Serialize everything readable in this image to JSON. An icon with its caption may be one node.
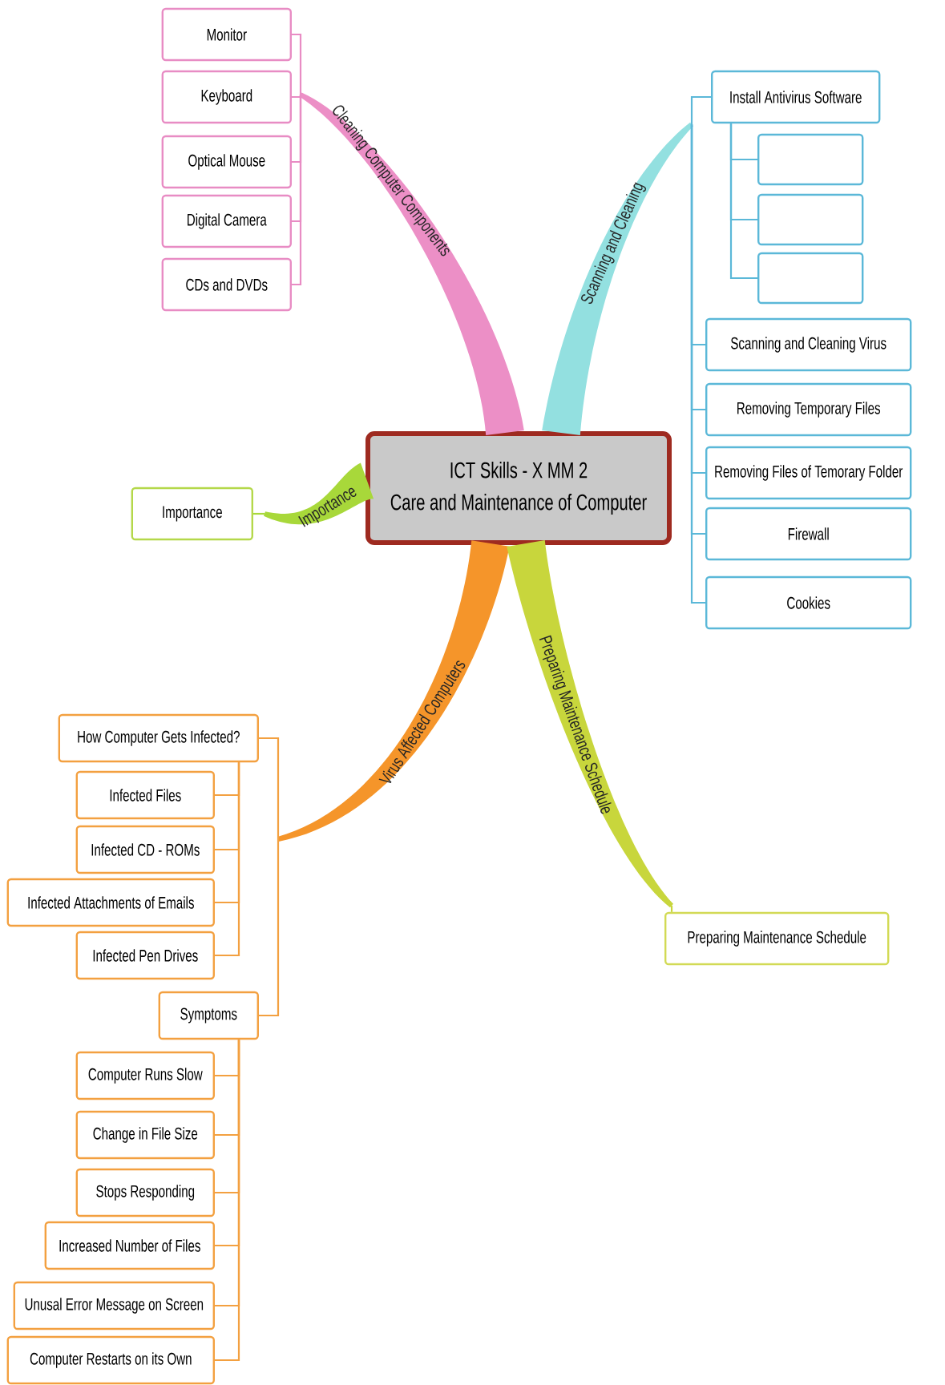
{
  "diagram": {
    "nodes": [
      {
        "text": [
          "ICT Skills - X MM 2",
          "Care and Maintenance of Computer"
        ]
      },
      {
        "text": [
          "Cleaning Computer Components"
        ]
      },
      {
        "text": [
          "Monitor"
        ]
      },
      {
        "text": [
          "Keyboard"
        ]
      },
      {
        "text": [
          "Optical Mouse"
        ]
      },
      {
        "text": [
          "Digital Camera"
        ]
      },
      {
        "text": [
          "CDs and DVDs"
        ]
      },
      {
        "text": [
          "Scanning and Cleaning"
        ]
      },
      {
        "text": [
          "Install Antivirus Software"
        ]
      },
      {
        "text": [],
        "shape": "box"
      },
      {
        "text": [],
        "shape": "box"
      },
      {
        "text": [],
        "shape": "box"
      },
      {
        "text": [
          "Scanning and Cleaning Virus"
        ]
      },
      {
        "text": [
          "Removing Temporary Files"
        ]
      },
      {
        "text": [
          "Removing Files of Temorary Folder"
        ]
      },
      {
        "text": [
          "Firewall"
        ]
      },
      {
        "text": [
          "Cookies"
        ]
      },
      {
        "text": [
          "Importance"
        ]
      },
      {
        "text": [
          "Importance"
        ]
      },
      {
        "text": [
          "Virus Affected Computers"
        ]
      },
      {
        "text": [
          "How Computer Gets Infected?"
        ]
      },
      {
        "text": [
          "Infected Files"
        ]
      },
      {
        "text": [
          "Infected CD - ROMs"
        ]
      },
      {
        "text": [
          "Infected Attachments of Emails"
        ]
      },
      {
        "text": [
          "Infected Pen Drives"
        ]
      },
      {
        "text": [
          "Symptoms"
        ]
      },
      {
        "text": [
          "Computer Runs Slow"
        ]
      },
      {
        "text": [
          "Change in File Size"
        ]
      },
      {
        "text": [
          "Stops Responding"
        ]
      },
      {
        "text": [
          "Increased Number of Files"
        ]
      },
      {
        "text": [
          "Unusal Error Message on Screen"
        ]
      },
      {
        "text": [
          "Computer Restarts on its Own"
        ]
      },
      {
        "text": [
          "Preparing Maintenance Schedule"
        ]
      },
      {
        "text": [
          "Preparing Maintenance Schedule"
        ]
      }
    ],
    "edges": [
      {
        "from": 1,
        "to": 2,
        "arrow": "none",
        "color": "#e88cc4"
      },
      {
        "from": 1,
        "to": 3,
        "arrow": "none",
        "color": "#e88cc4"
      },
      {
        "from": 1,
        "to": 4,
        "arrow": "none",
        "color": "#e88cc4"
      },
      {
        "from": 1,
        "to": 5,
        "arrow": "none",
        "color": "#e88cc4"
      },
      {
        "from": 1,
        "to": 6,
        "arrow": "none",
        "color": "#e88cc4"
      },
      {
        "from": 7,
        "to": 8,
        "arrow": "none",
        "color": "#5bb8d8"
      },
      {
        "from": 8,
        "to": 9,
        "arrow": "none",
        "color": "#5bb8d8"
      },
      {
        "from": 8,
        "to": 10,
        "arrow": "none",
        "color": "#5bb8d8"
      },
      {
        "from": 8,
        "to": 11,
        "arrow": "none",
        "color": "#5bb8d8"
      },
      {
        "from": 7,
        "to": 12,
        "arrow": "none",
        "color": "#5bb8d8"
      },
      {
        "from": 7,
        "to": 13,
        "arrow": "none",
        "color": "#5bb8d8"
      },
      {
        "from": 7,
        "to": 14,
        "arrow": "none",
        "color": "#5bb8d8"
      },
      {
        "from": 7,
        "to": 15,
        "arrow": "none",
        "color": "#5bb8d8"
      },
      {
        "from": 7,
        "to": 16,
        "arrow": "none",
        "color": "#5bb8d8"
      },
      {
        "from": 17,
        "to": 18,
        "arrow": "none",
        "color": "#a8d83a"
      },
      {
        "from": 19,
        "to": 20,
        "arrow": "none"
      },
      {
        "from": 20,
        "to": 21,
        "arrow": "none"
      },
      {
        "from": 20,
        "to": 22,
        "arrow": "none"
      },
      {
        "from": 20,
        "to": 23,
        "arrow": "none"
      },
      {
        "from": 20,
        "to": 24,
        "arrow": "none"
      },
      {
        "from": 19,
        "to": 25,
        "arrow": "none"
      },
      {
        "from": 25,
        "to": 26,
        "arrow": "none"
      },
      {
        "from": 25,
        "to": 27,
        "arrow": "none"
      },
      {
        "from": 25,
        "to": 28,
        "arrow": "none"
      },
      {
        "from": 25,
        "to": 29,
        "arrow": "none"
      },
      {
        "from": 25,
        "to": 30,
        "arrow": "none"
      },
      {
        "from": 25,
        "to": 31,
        "arrow": "none"
      },
      {
        "from": 32,
        "to": 33,
        "arrow": "none",
        "color": "#c8d63c"
      }
    ]
  }
}
